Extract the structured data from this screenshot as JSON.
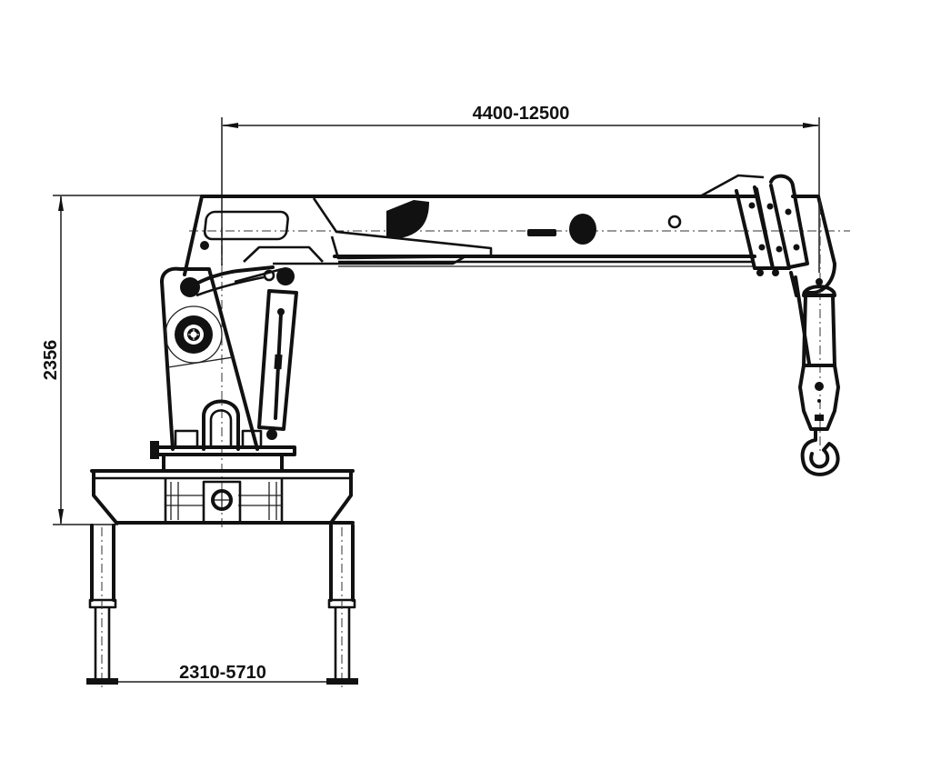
{
  "drawing": {
    "subject": "Truck-mounted telescopic boom crane, side elevation",
    "line_color": "#111111",
    "background": "#ffffff"
  },
  "dimensions": {
    "boom_reach": {
      "label": "4400-12500",
      "orientation": "horizontal"
    },
    "height": {
      "label": "2356",
      "orientation": "vertical"
    },
    "outrigger_span": {
      "label": "2310-5710",
      "orientation": "horizontal"
    }
  },
  "components": [
    {
      "id": "telescopic-boom",
      "name": "Telescopic boom"
    },
    {
      "id": "boom-head",
      "name": "Boom head with sheaves"
    },
    {
      "id": "column",
      "name": "Slewing column"
    },
    {
      "id": "winch",
      "name": "Hoist winch drum"
    },
    {
      "id": "luffing-cylinder",
      "name": "Luffing cylinder"
    },
    {
      "id": "base-frame",
      "name": "Base frame"
    },
    {
      "id": "outrigger-left",
      "name": "Left outrigger leg"
    },
    {
      "id": "outrigger-right",
      "name": "Right outrigger leg"
    },
    {
      "id": "hook-block",
      "name": "Hook block"
    }
  ]
}
